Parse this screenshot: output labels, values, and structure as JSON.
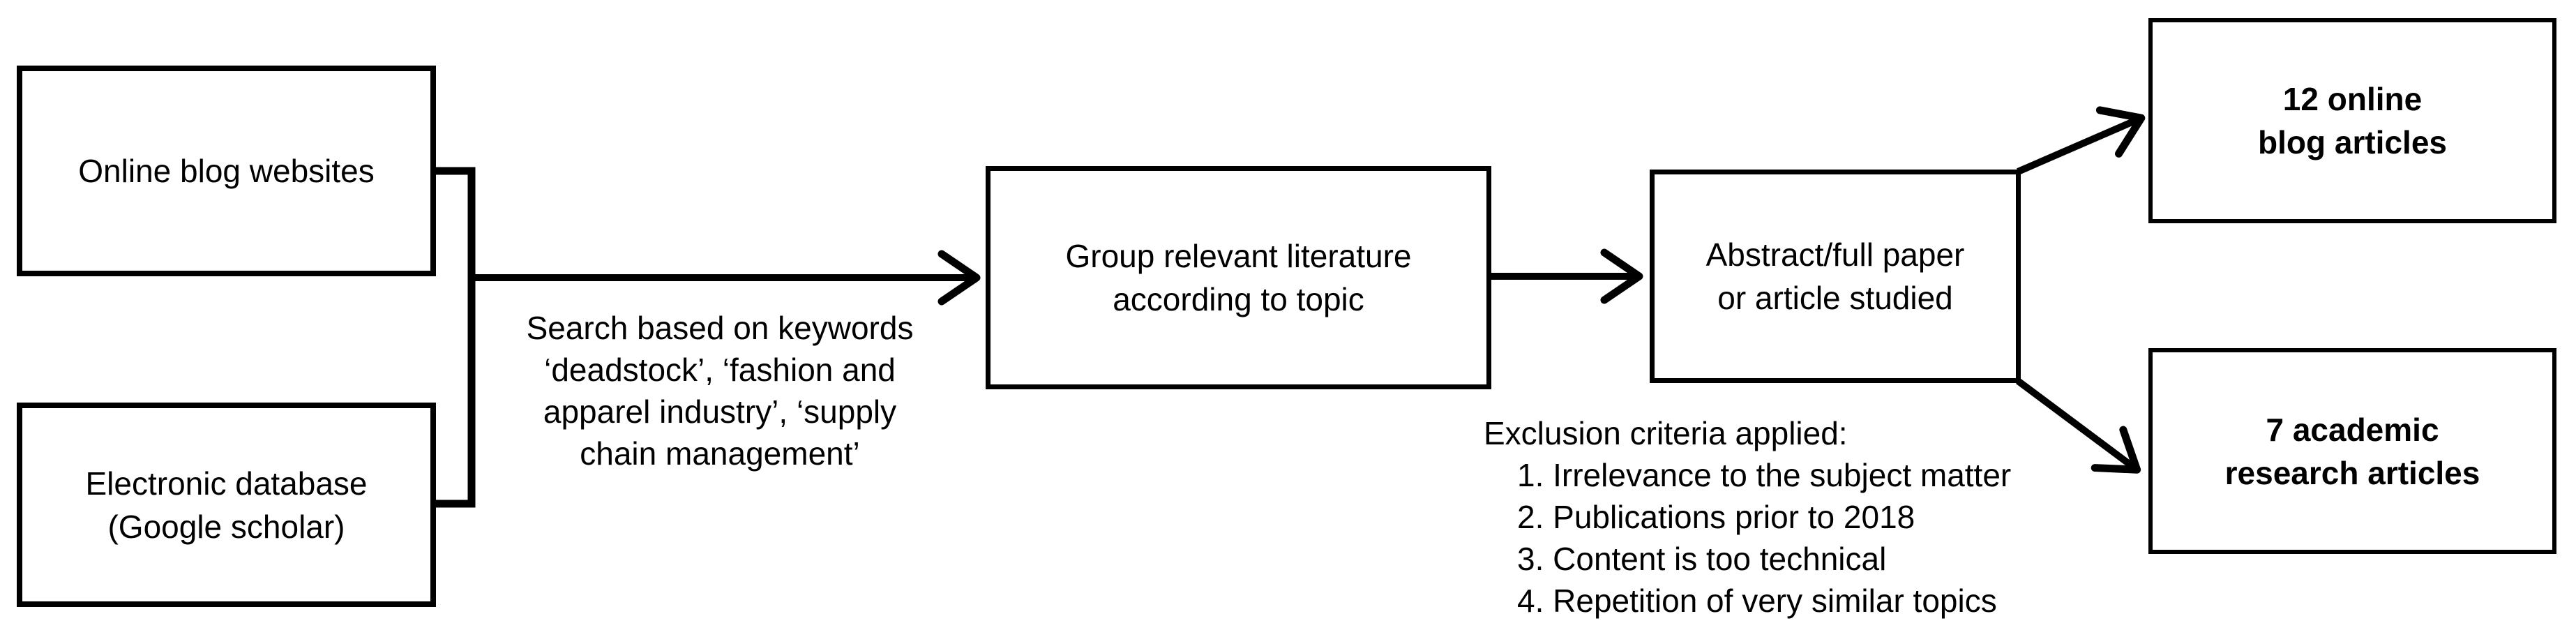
{
  "diagram": {
    "background_color": "#ffffff",
    "line_color": "#000000",
    "boxes": {
      "source_blog": {
        "lines": [
          "Online blog websites"
        ]
      },
      "source_database": {
        "lines": [
          "Electronic database",
          "(Google scholar)"
        ]
      },
      "group_literature": {
        "lines": [
          "Group relevant literature",
          "according to topic"
        ]
      },
      "abstract_studied": {
        "lines": [
          "Abstract/full paper",
          "or article studied"
        ]
      },
      "result_blog": {
        "lines": [
          "12 online",
          "blog articles"
        ]
      },
      "result_academic": {
        "lines": [
          "7 academic",
          "research articles"
        ]
      }
    },
    "labels": {
      "search_keywords": {
        "lines": [
          "Search based on keywords",
          "‘deadstock’, ‘fashion and",
          "apparel industry’, ‘supply",
          "chain management’"
        ]
      },
      "exclusion": {
        "title": "Exclusion criteria applied:",
        "items": [
          "1. Irrelevance to the subject matter",
          "2. Publications prior to 2018",
          "3. Content is too technical",
          "4. Repetition of very similar topics"
        ]
      }
    }
  }
}
